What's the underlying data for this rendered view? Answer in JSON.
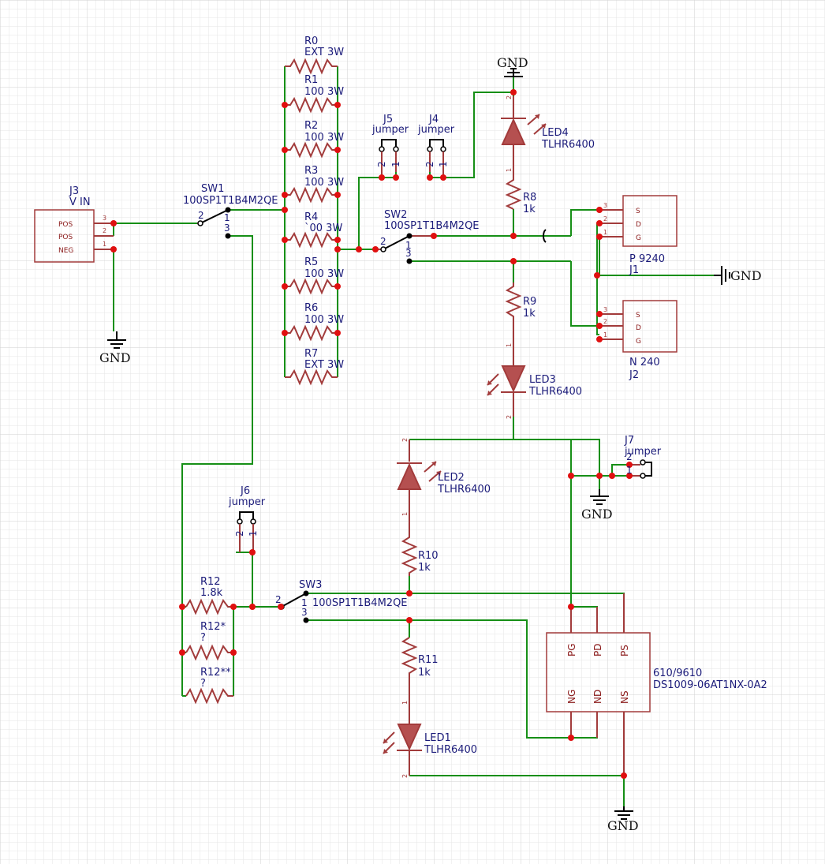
{
  "components": {
    "J3": {
      "ref": "J3",
      "value": "V IN",
      "pins": [
        "POS",
        "POS",
        "NEG"
      ],
      "pin_numbers": [
        "3",
        "2",
        "1"
      ]
    },
    "SW1": {
      "ref": "SW1",
      "value": "100SP1T1B4M2QE"
    },
    "SW2": {
      "ref": "SW2",
      "value": "100SP1T1B4M2QE"
    },
    "SW3": {
      "ref": "SW3",
      "value": "100SP1T1B4M2QE"
    },
    "R0": {
      "ref": "R0",
      "value": "EXT 3W"
    },
    "R1": {
      "ref": "R1",
      "value": "100 3W"
    },
    "R2": {
      "ref": "R2",
      "value": "100 3W"
    },
    "R3": {
      "ref": "R3",
      "value": "100 3W"
    },
    "R4": {
      "ref": "R4",
      "value": "`00 3W"
    },
    "R5": {
      "ref": "R5",
      "value": "100 3W"
    },
    "R6": {
      "ref": "R6",
      "value": "100 3W"
    },
    "R7": {
      "ref": "R7",
      "value": "EXT 3W"
    },
    "R8": {
      "ref": "R8",
      "value": "1k"
    },
    "R9": {
      "ref": "R9",
      "value": "1k"
    },
    "R10": {
      "ref": "R10",
      "value": "1k"
    },
    "R11": {
      "ref": "R11",
      "value": "1k"
    },
    "R12": {
      "ref": "R12",
      "value": "1.8k"
    },
    "R12a": {
      "ref": "R12*",
      "value": "?"
    },
    "R12b": {
      "ref": "R12**",
      "value": "?"
    },
    "LED1": {
      "ref": "LED1",
      "value": "TLHR6400"
    },
    "LED2": {
      "ref": "LED2",
      "value": "TLHR6400"
    },
    "LED3": {
      "ref": "LED3",
      "value": "TLHR6400"
    },
    "LED4": {
      "ref": "LED4",
      "value": "TLHR6400"
    },
    "J4": {
      "ref": "J4",
      "value": "jumper"
    },
    "J5": {
      "ref": "J5",
      "value": "jumper"
    },
    "J6": {
      "ref": "J6",
      "value": "jumper"
    },
    "J7": {
      "ref": "J7",
      "value": "jumper"
    },
    "J1": {
      "ref": "J1",
      "value": "P 9240",
      "pins": [
        "S",
        "D",
        "G"
      ]
    },
    "J2": {
      "ref": "J2",
      "value": "N 240",
      "pins": [
        "S",
        "D",
        "G"
      ]
    },
    "IC": {
      "ref": "610/9610",
      "value": "DS1009-06AT1NX-0A2",
      "pins_top": [
        "PG",
        "PD",
        "PS"
      ],
      "pins_bottom": [
        "NG",
        "ND",
        "NS"
      ]
    }
  },
  "gnd_label": "GND",
  "pin_numbers": {
    "one": "1",
    "two": "2",
    "three": "3"
  },
  "colors": {
    "wire": "#168f16",
    "component": "#a23b3b",
    "label": "#1b1b7a",
    "junction": "#e01010",
    "background": "#ffffff"
  }
}
